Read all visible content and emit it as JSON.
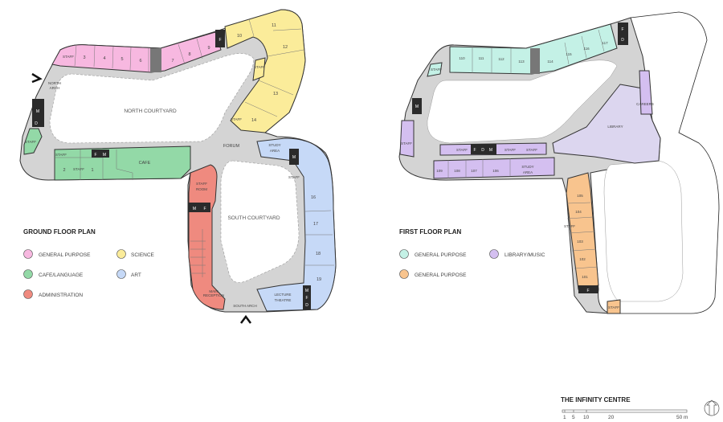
{
  "colors": {
    "general_pink": "#f7b8e0",
    "science": "#fbec9a",
    "cafe": "#93d9a7",
    "art": "#c6d9f7",
    "admin": "#ef8a7f",
    "general_teal": "#c4f1e6",
    "general_orange": "#f8c48e",
    "library": "#d4bff0",
    "corridor": "#d4d4d4",
    "service": "#2b2b2b"
  },
  "ground": {
    "title": "GROUND FLOOR PLAN",
    "legend": [
      {
        "label": "GENERAL PURPOSE"
      },
      {
        "label": "SCIENCE"
      },
      {
        "label": "CAFE/LANGUAGE"
      },
      {
        "label": "ART"
      },
      {
        "label": "ADMINISTRATION"
      }
    ],
    "areas": {
      "north_courtyard": "NORTH COURTYARD",
      "south_courtyard": "SOUTH COURTYARD",
      "forum": "FORUM",
      "north_arch_1": "NORTH",
      "north_arch_2": "ARCH",
      "south_arch": "SOUTH ARCH"
    },
    "rooms": {
      "staff": "STAFF",
      "r1": "1",
      "r2": "2",
      "r3": "3",
      "r4": "4",
      "r5": "5",
      "r6": "6",
      "r7": "7",
      "r8": "8",
      "r9": "9",
      "r10": "10",
      "r11": "11",
      "r12": "12",
      "r13": "13",
      "r14": "14",
      "r16": "16",
      "r17": "17",
      "r18": "18",
      "r19": "19",
      "cafe": "CAFE",
      "study_1": "STUDY",
      "study_2": "AREA",
      "staff_room_1": "STAFF",
      "staff_room_2": "ROOM",
      "main_reception_1": "MAIN",
      "main_reception_2": "RECEPTION",
      "lecture_1": "LECTURE",
      "lecture_2": "THEATRE"
    },
    "service": {
      "f": "F",
      "m": "M",
      "d": "D"
    }
  },
  "first": {
    "title": "FIRST FLOOR PLAN",
    "legend": [
      {
        "label": "GENERAL PURPOSE"
      },
      {
        "label": "LIBRARY/MUSIC"
      },
      {
        "label": "GENERAL PURPOSE"
      }
    ],
    "rooms": {
      "staff": "STAFF",
      "r101": "101",
      "r102": "102",
      "r103": "103",
      "r104": "104",
      "r105": "105",
      "r106": "106",
      "r107": "107",
      "r108": "108",
      "r109": "109",
      "r110": "110",
      "r111": "111",
      "r112": "112",
      "r113": "113",
      "r114": "114",
      "r115": "115",
      "r116": "116",
      "r117": "117",
      "library": "LIBRARY",
      "careers": "CAREERS",
      "study_1": "STUDY",
      "study_2": "AREA"
    }
  },
  "footer": {
    "title": "THE INFINITY CENTRE",
    "scale": [
      "1",
      "5",
      "10",
      "20",
      "50 m"
    ]
  }
}
